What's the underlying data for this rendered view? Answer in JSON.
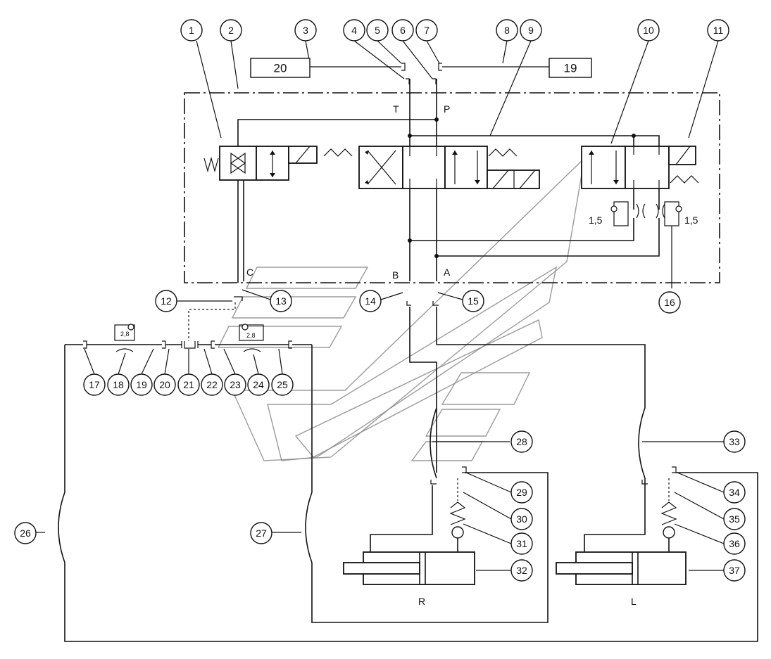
{
  "callouts": [
    {
      "label": "1"
    },
    {
      "label": "2"
    },
    {
      "label": "3"
    },
    {
      "label": "4"
    },
    {
      "label": "5"
    },
    {
      "label": "6"
    },
    {
      "label": "7"
    },
    {
      "label": "8"
    },
    {
      "label": "9"
    },
    {
      "label": "10"
    },
    {
      "label": "11"
    },
    {
      "label": "12"
    },
    {
      "label": "13"
    },
    {
      "label": "14"
    },
    {
      "label": "15"
    },
    {
      "label": "16"
    },
    {
      "label": "17"
    },
    {
      "label": "18"
    },
    {
      "label": "19"
    },
    {
      "label": "20"
    },
    {
      "label": "21"
    },
    {
      "label": "22"
    },
    {
      "label": "23"
    },
    {
      "label": "24"
    },
    {
      "label": "25"
    },
    {
      "label": "26"
    },
    {
      "label": "27"
    },
    {
      "label": "28"
    },
    {
      "label": "29"
    },
    {
      "label": "30"
    },
    {
      "label": "31"
    },
    {
      "label": "32"
    },
    {
      "label": "33"
    },
    {
      "label": "34"
    },
    {
      "label": "35"
    },
    {
      "label": "36"
    },
    {
      "label": "37"
    }
  ],
  "boxes": {
    "left": "20",
    "right": "19"
  },
  "ports": {
    "T": "T",
    "P": "P",
    "C": "C",
    "B": "B",
    "A": "A"
  },
  "orifices": {
    "left": "1,5",
    "right": "1,5"
  },
  "gauges": {
    "g18": "2,8",
    "g24": "2,8"
  },
  "cylinders": {
    "right": "R",
    "left": "L"
  }
}
